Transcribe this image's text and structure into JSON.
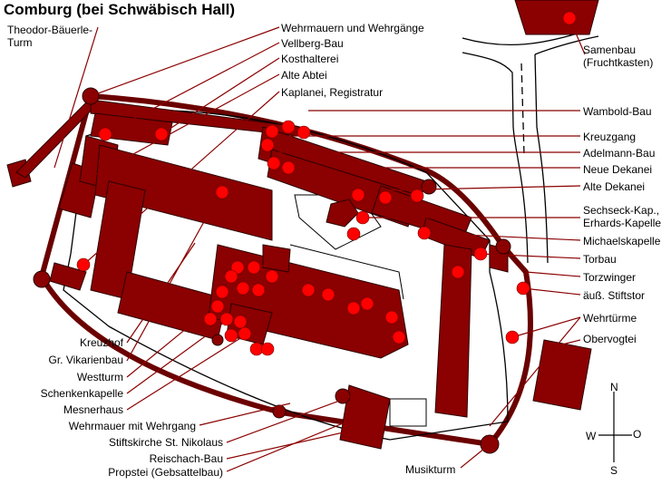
{
  "title": "Comburg (bei Schwäbisch Hall)",
  "colors": {
    "building_fill": "#8b0000",
    "building_stroke": "#2a0000",
    "marker": "#ff0000",
    "leader": "#8b0000"
  },
  "labels": {
    "theodor_line1": "Theodor-Bäuerle-",
    "theodor_line2": "Turm",
    "wehrmauern": "Wehrmauern und Wehrgänge",
    "vellberg": "Vellberg-Bau",
    "kosthalterei": "Kosthalterei",
    "alte_abtei": "Alte Abtei",
    "kaplanei": "Kaplanei, Registratur",
    "samenbau_line1": "Samenbau",
    "samenbau_line2": "(Fruchtkasten)",
    "wambold": "Wambold-Bau",
    "kreuzgang": "Kreuzgang",
    "adelmann": "Adelmann-Bau",
    "neue_dekanei": "Neue Dekanei",
    "alte_dekanei": "Alte Dekanei",
    "sechseck_line1": "Sechseck-Kap.,",
    "sechseck_line2": "Erhards-Kapelle",
    "michaelskapelle": "Michaelskapelle",
    "torbau": "Torbau",
    "torzwinger": "Torzwinger",
    "aeuss_stiftstor": "äuß. Stiftstor",
    "wehrtuerme": "Wehrtürme",
    "obervogtei": "Obervogtei",
    "kreuzhof": "Kreuzhof",
    "gr_vikarienbau": "Gr. Vikarienbau",
    "westturm": "Westturm",
    "schenkenkapelle": "Schenkenkapelle",
    "mesnerhaus": "Mesnerhaus",
    "wehrmauer_wehrgang": "Wehrmauer mit Wehrgang",
    "stiftskirche": "Stiftskirche St. Nikolaus",
    "reischach": "Reischach-Bau",
    "propstei": "Propstei (Gebsattelbau)",
    "musikturm": "Musikturm"
  },
  "compass": {
    "n": "N",
    "s": "S",
    "w": "W",
    "o": "O"
  }
}
